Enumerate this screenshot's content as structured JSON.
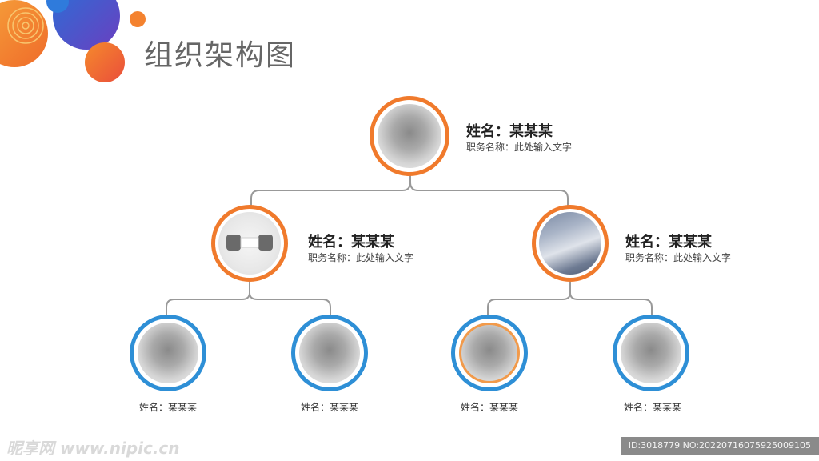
{
  "title": "组织架构图",
  "colors": {
    "orange": "#f07a2c",
    "blue": "#2e8fd6",
    "line": "#999999"
  },
  "top": {
    "name": "姓名：某某某",
    "role": "职务名称：此处输入文字"
  },
  "middle": [
    {
      "name": "姓名：某某某",
      "role": "职务名称：此处输入文字"
    },
    {
      "name": "姓名：某某某",
      "role": "职务名称：此处输入文字"
    }
  ],
  "bottom": [
    {
      "name": "姓名：某某某"
    },
    {
      "name": "姓名：某某某"
    },
    {
      "name": "姓名：某某某"
    },
    {
      "name": "姓名：某某某"
    }
  ],
  "watermark": {
    "left": "昵享网 www.nipic.cn",
    "right": "ID:3018779 NO:20220716075925009105"
  }
}
